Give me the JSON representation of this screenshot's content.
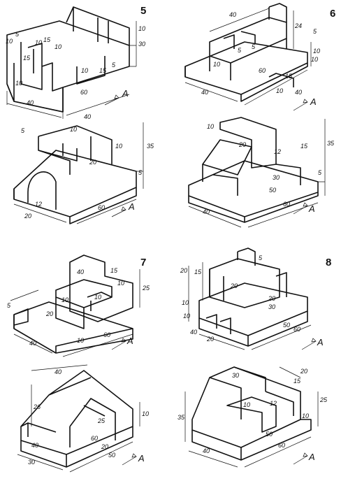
{
  "exercises": [
    {
      "number": "5",
      "top": {
        "dims": [
          "10",
          "5",
          "15",
          "10",
          "15",
          "10",
          "10",
          "15",
          "5",
          "10",
          "60",
          "40",
          "10",
          "30"
        ],
        "view": "A"
      },
      "bottom": {
        "dims": [
          "5",
          "40",
          "10",
          "10",
          "20",
          "35",
          "5",
          "12",
          "20",
          "60"
        ],
        "view": "A"
      }
    },
    {
      "number": "6",
      "top": {
        "dims": [
          "40",
          "24",
          "5",
          "10",
          "10",
          "5",
          "5",
          "60",
          "10",
          "15",
          "10",
          "40",
          "40"
        ],
        "view": "A"
      },
      "bottom": {
        "dims": [
          "10",
          "20",
          "12",
          "15",
          "35",
          "30",
          "5",
          "50",
          "60",
          "40"
        ],
        "view": "A"
      }
    },
    {
      "number": "7",
      "top": {
        "dims": [
          "40",
          "15",
          "10",
          "25",
          "10",
          "10",
          "5",
          "20",
          "10",
          "60",
          "40"
        ],
        "view": "A"
      },
      "bottom": {
        "dims": [
          "40",
          "26",
          "10",
          "25",
          "60",
          "20",
          "50",
          "40",
          "30"
        ],
        "view": "A"
      }
    },
    {
      "number": "8",
      "top": {
        "dims": [
          "5",
          "20",
          "15",
          "20",
          "20",
          "30",
          "10",
          "10",
          "50",
          "40",
          "20",
          "60"
        ],
        "view": "A"
      },
      "bottom": {
        "dims": [
          "30",
          "20",
          "15",
          "10",
          "12",
          "25",
          "10",
          "35",
          "50",
          "40",
          "60"
        ],
        "view": "A"
      }
    }
  ]
}
